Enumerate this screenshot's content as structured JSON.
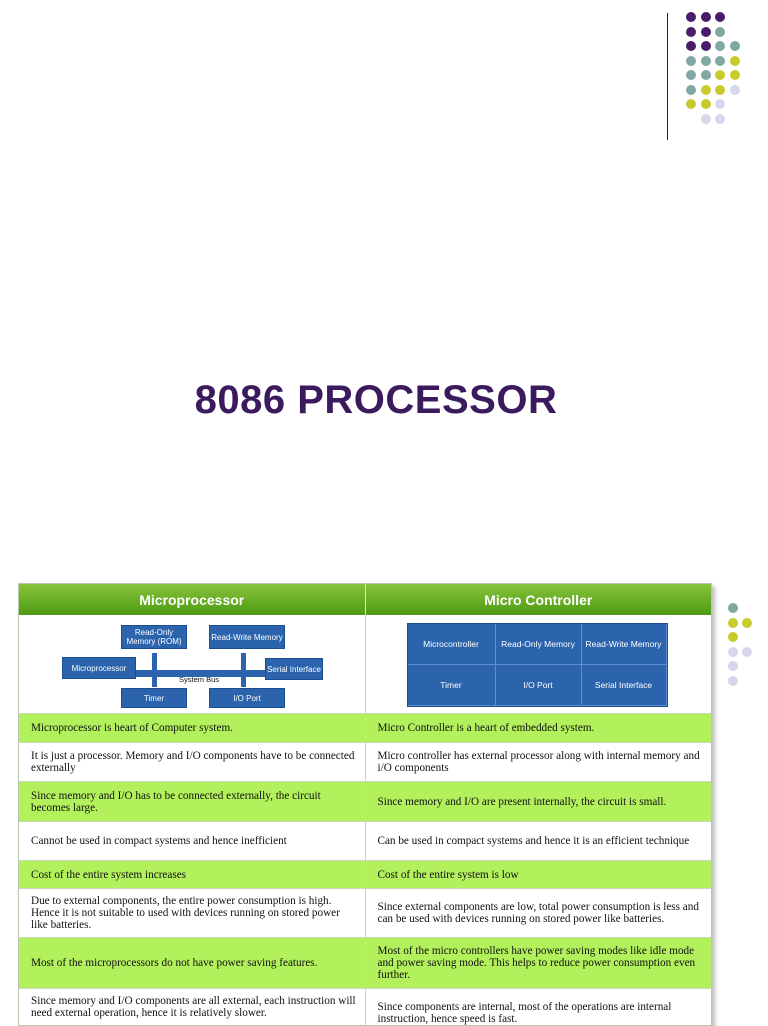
{
  "title": "8086 PROCESSOR",
  "decoration": {
    "colors": {
      "purple": "#4a1d6b",
      "teal": "#7fa7a3",
      "yellow": "#c9cb2c",
      "lavender": "#d8d6ec"
    }
  },
  "table": {
    "headers": [
      "Microprocessor",
      "Micro Controller"
    ],
    "mp_diagram": {
      "rom": "Read-Only Memory (ROM)",
      "rw": "Read-Write Memory",
      "cpu": "Microprocessor",
      "serial": "Serial Interface",
      "bus": "System Bus",
      "timer": "Timer",
      "io": "I/O Port"
    },
    "mc_diagram": {
      "cells": [
        "Microcontroller",
        "Read-Only Memory",
        "Read-Write Memory",
        "Timer",
        "I/O Port",
        "Serial Interface"
      ]
    },
    "rows": [
      {
        "left": "Microprocessor is heart of Computer system.",
        "right": "Micro Controller is a heart of embedded system."
      },
      {
        "left": "It is just a processor. Memory and I/O components have to be connected externally",
        "right": "Micro controller has external processor along with internal memory and i/O components"
      },
      {
        "left": "Since memory and I/O has to be connected externally, the circuit becomes large.",
        "right": "Since memory and I/O are present internally, the circuit is small."
      },
      {
        "left": "Cannot be used in compact systems and hence inefficient",
        "right": "Can be used in compact systems and hence it is an efficient technique"
      },
      {
        "left": "Cost of the entire system increases",
        "right": "Cost of the entire system is low"
      },
      {
        "left": "Due to external components, the entire power consumption is high. Hence it is not suitable to used with devices running on stored power like batteries.",
        "right": "Since external components are low, total power consumption is less and can be used with devices running on stored power like batteries."
      },
      {
        "left": "Most of the microprocessors do not have power saving features.",
        "right": "Most of the micro controllers have power saving modes like idle mode and power saving mode. This helps to reduce power consumption even further."
      },
      {
        "left": "Since memory and I/O components are all external, each instruction will need external operation, hence it is relatively slower.",
        "right": "Since components are internal, most of the operations are internal instruction, hence speed is fast."
      }
    ]
  }
}
